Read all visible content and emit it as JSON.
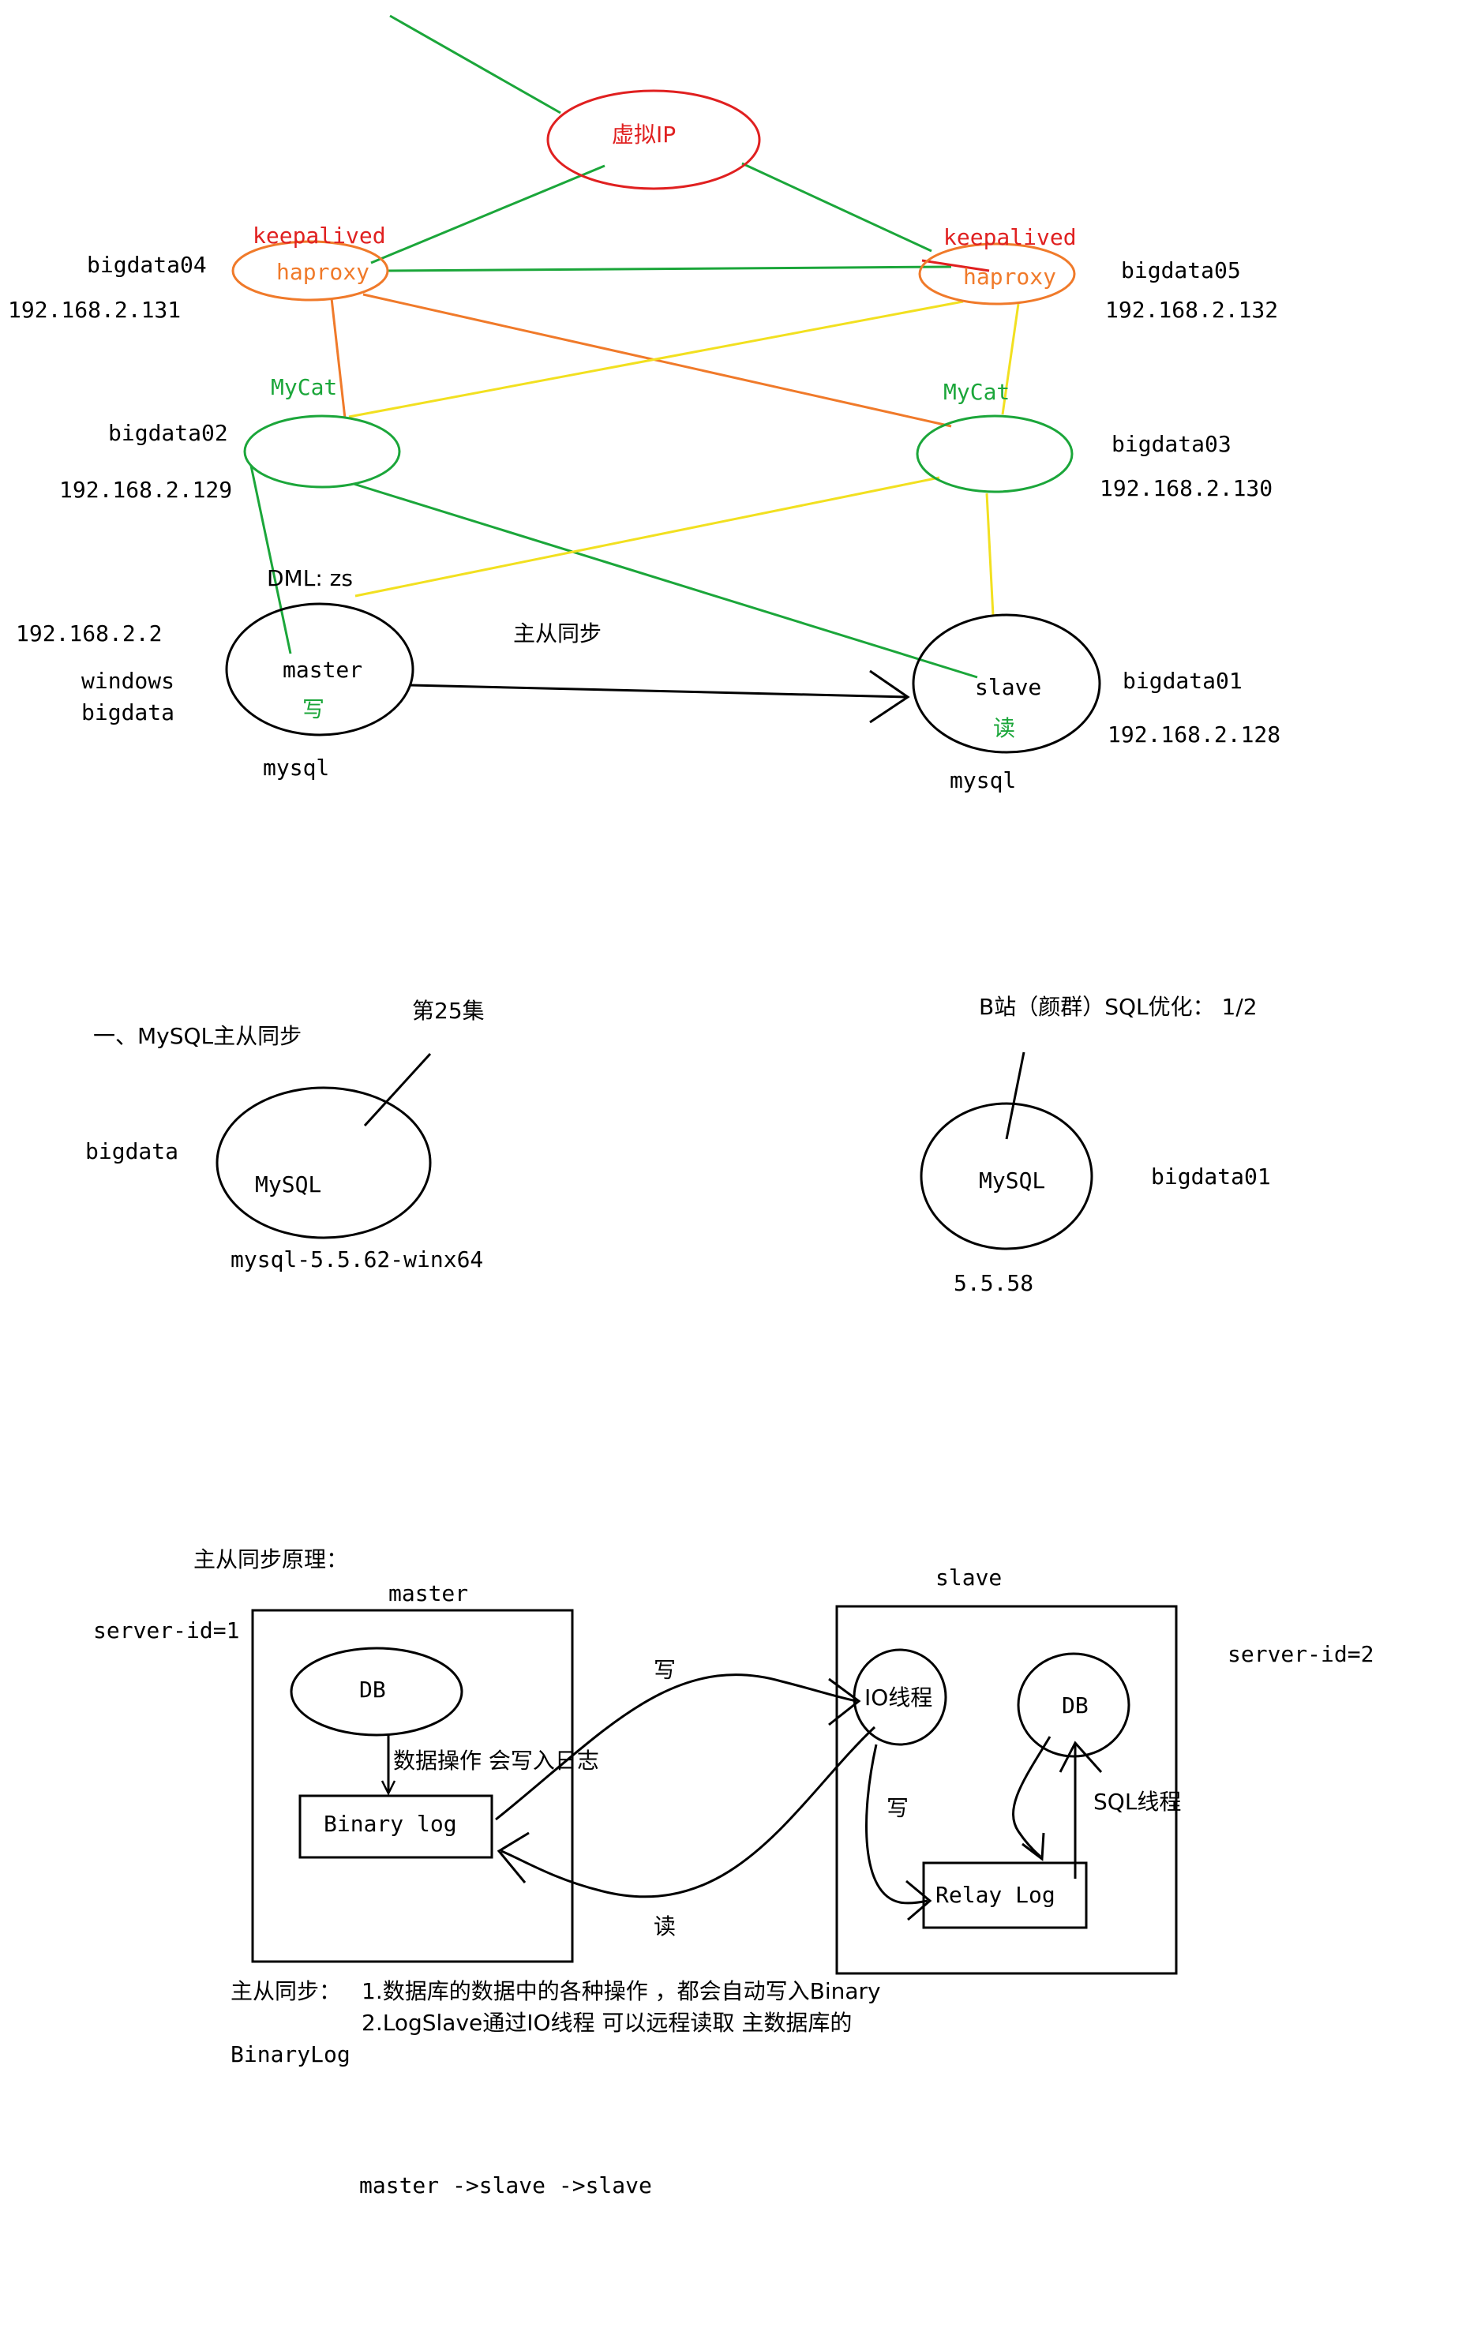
{
  "colors": {
    "green": "#1ba63a",
    "red": "#e02020",
    "orange": "#f07a2a",
    "yellow": "#f2e020",
    "black": "#000000"
  },
  "top": {
    "vip": "虚拟IP",
    "keepalived_left": "keepalived",
    "keepalived_right": "keepalived",
    "haproxy_left": "haproxy",
    "haproxy_right": "haproxy",
    "host_left": "bigdata04",
    "ip_left": "192.168.2.131",
    "host_right": "bigdata05",
    "ip_right": "192.168.2.132",
    "mycat_left": "MyCat",
    "mycat_right": "MyCat",
    "host_mycat_left": "bigdata02",
    "ip_mycat_left": "192.168.2.129",
    "host_mycat_right": "bigdata03",
    "ip_mycat_right": "192.168.2.130",
    "dml": "DML: zs",
    "win_ip": "192.168.2.2",
    "win_line1": "windows",
    "win_line2": "bigdata",
    "master": "master",
    "write": "写",
    "master_db": "mysql",
    "sync": "主从同步",
    "slave": "slave",
    "read": "读",
    "slave_db": "mysql",
    "host_slave": "bigdata01",
    "ip_slave": "192.168.2.128"
  },
  "mid": {
    "heading": "一、MySQL主从同步",
    "episode": "第25集",
    "bstation": "B站（颜群）SQL优化： 1/2",
    "left_host": "bigdata",
    "left_mysql": "MySQL",
    "left_version": "mysql-5.5.62-winx64",
    "right_mysql": "MySQL",
    "right_host": "bigdata01",
    "right_version": "5.5.58"
  },
  "bottom": {
    "title": "主从同步原理：",
    "master": "master",
    "server_id_1": "server-id=1",
    "slave": "slave",
    "server_id_2": "server-id=2",
    "db_master": "DB",
    "data_op": "数据操作 会写入日志",
    "binary_log": "Binary log",
    "write_top": "写",
    "read_bottom": "读",
    "io_thread": "IO线程",
    "write_inner": "写",
    "db_slave": "DB",
    "sql_thread": "SQL线程",
    "relay_log": "Relay Log",
    "note_label": "主从同步：",
    "note_line1": "1.数据库的数据中的各种操作 ，都会自动写入Binary",
    "note_line2": "2.LogSlave通过IO线程 可以远程读取 主数据库的",
    "note_line3": "BinaryLog",
    "chain": "master ->slave ->slave"
  }
}
